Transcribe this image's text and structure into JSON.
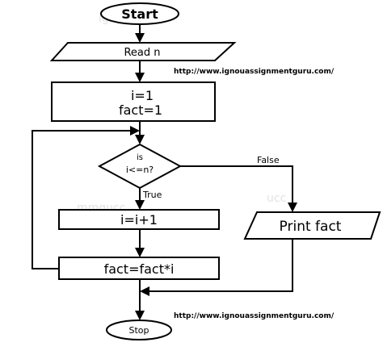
{
  "nodes": {
    "start": "Start",
    "read": "Read n",
    "init_i": "i=1",
    "init_fact": "fact=1",
    "cond_line1": "is",
    "cond_line2": "i<=n?",
    "increment": "i=i+1",
    "multiply": "fact=fact*i",
    "print": "Print fact",
    "stop": "Stop"
  },
  "edges": {
    "true_label": "True",
    "false_label": "False"
  },
  "watermarks": {
    "url_top": "http://www.ignouassignmentguru.com/",
    "url_bottom": "http://www.ignouassignmentguru.com/"
  }
}
